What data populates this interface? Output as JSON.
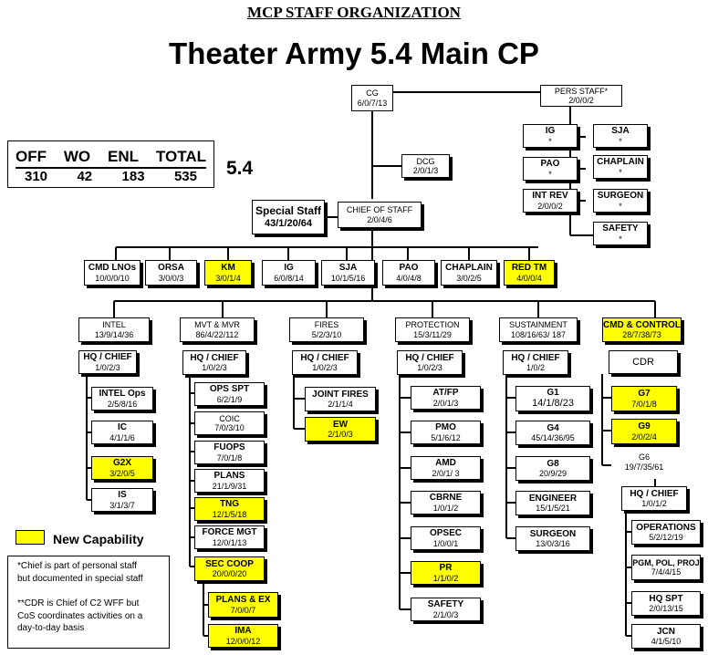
{
  "header": {
    "org_title": "MCP STAFF ORGANIZATION",
    "main_title": "Theater Army 5.4 Main CP"
  },
  "totals": {
    "columns": [
      {
        "label": "OFF",
        "value": "310"
      },
      {
        "label": "WO",
        "value": "42"
      },
      {
        "label": "ENL",
        "value": "183"
      },
      {
        "label": "TOTAL",
        "value": "535"
      }
    ],
    "version": "5.4"
  },
  "colors": {
    "new_capability": "#ffff00",
    "line": "#000000",
    "box_bg": "#ffffff"
  },
  "legend": {
    "label": "New Capability"
  },
  "notes": {
    "note1_line1": "*Chief is part of personal staff",
    "note1_line2": "but documented in special staff",
    "note2_line1": "**CDR is Chief of C2 WFF but",
    "note2_line2": "CoS coordinates activities on a",
    "note2_line3": "day-to-day basis"
  },
  "command": {
    "cg": {
      "name": "CG",
      "numbers": "6/0/7/13"
    },
    "pers_staff": {
      "name": "PERS STAFF*",
      "numbers": "2/0/0/2"
    },
    "dcg": {
      "name": "DCG",
      "numbers": "2/0/1/3"
    },
    "cos": {
      "name": "CHIEF OF STAFF",
      "numbers": "2/0/4/6"
    },
    "special_staff": {
      "name": "Special Staff",
      "numbers": "43/1/20/64"
    }
  },
  "personal_staff": {
    "ig": {
      "name": "IG",
      "numbers": "*"
    },
    "sja": {
      "name": "SJA",
      "numbers": "*"
    },
    "pao": {
      "name": "PAO",
      "numbers": "*"
    },
    "chaplain": {
      "name": "CHAPLAIN",
      "numbers": "*"
    },
    "int_rev": {
      "name": "INT REV",
      "numbers": "2/0/0/2"
    },
    "surgeon": {
      "name": "SURGEON",
      "numbers": "*"
    },
    "safety": {
      "name": "SAFETY",
      "numbers": "*"
    }
  },
  "special_row": [
    {
      "name": "CMD LNOs",
      "numbers": "10/0/0/10",
      "new": false
    },
    {
      "name": "ORSA",
      "numbers": "3/0/0/3",
      "new": false
    },
    {
      "name": "KM",
      "numbers": "3/0/1/4",
      "new": true
    },
    {
      "name": "IG",
      "numbers": "6/0/8/14",
      "new": false
    },
    {
      "name": "SJA",
      "numbers": "10/1/5/16",
      "new": false
    },
    {
      "name": "PAO",
      "numbers": "4/0/4/8",
      "new": false
    },
    {
      "name": "CHAPLAIN",
      "numbers": "3/0/2/5",
      "new": false
    },
    {
      "name": "RED TM",
      "numbers": "4/0/0/4",
      "new": true
    }
  ],
  "sections": {
    "intel": {
      "head": {
        "name": "INTEL",
        "numbers": "13/9/14/36"
      },
      "hq": {
        "name": "HQ / CHIEF",
        "numbers": "1/0/2/3"
      },
      "items": [
        {
          "name": "INTEL Ops",
          "numbers": "2/5/8/16",
          "new": false
        },
        {
          "name": "IC",
          "numbers": "4/1/1/6",
          "new": false
        },
        {
          "name": "G2X",
          "numbers": "3/2/0/5",
          "new": true
        },
        {
          "name": "IS",
          "numbers": "3/1/3/7",
          "new": false
        }
      ]
    },
    "mvt": {
      "head": {
        "name": "MVT & MVR",
        "numbers": "86/4/22/112"
      },
      "hq": {
        "name": "HQ / CHIEF",
        "numbers": "1/0/2/3"
      },
      "items": [
        {
          "name": "OPS SPT",
          "numbers": "6/2/1/9",
          "new": false
        },
        {
          "name": "COIC",
          "numbers": "7/0/3/10",
          "new": false
        },
        {
          "name": "FUOPS",
          "numbers": "7/0/1/8",
          "new": false
        },
        {
          "name": "PLANS",
          "numbers": "21/1/9/31",
          "new": false
        },
        {
          "name": "TNG",
          "numbers": "12/1/5/18",
          "new": true
        },
        {
          "name": "FORCE MGT",
          "numbers": "12/0/1/13",
          "new": false
        },
        {
          "name": "SEC COOP",
          "numbers": "20/0/0/20",
          "new": true
        }
      ],
      "sub": [
        {
          "name": "PLANS & EX",
          "numbers": "7/0/0/7",
          "new": true
        },
        {
          "name": "IMA",
          "numbers": "12/0/0/12",
          "new": true
        }
      ]
    },
    "fires": {
      "head": {
        "name": "FIRES",
        "numbers": "5/2/3/10"
      },
      "hq": {
        "name": "HQ / CHIEF",
        "numbers": "1/0/2/3"
      },
      "items": [
        {
          "name": "JOINT FIRES",
          "numbers": "2/1/1/4",
          "new": false
        },
        {
          "name": "EW",
          "numbers": "2/1/0/3",
          "new": true
        }
      ]
    },
    "protection": {
      "head": {
        "name": "PROTECTION",
        "numbers": "15/3/11/29"
      },
      "hq": {
        "name": "HQ / CHIEF",
        "numbers": "1/0/2/3"
      },
      "items": [
        {
          "name": "AT/FP",
          "numbers": "2/0/1/3",
          "new": false
        },
        {
          "name": "PMO",
          "numbers": "5/1/6/12",
          "new": false
        },
        {
          "name": "AMD",
          "numbers": "2/0/1/ 3",
          "new": false
        },
        {
          "name": "CBRNE",
          "numbers": "1/0/1/2",
          "new": false
        },
        {
          "name": "OPSEC",
          "numbers": "1/0/0/1",
          "new": false
        },
        {
          "name": "PR",
          "numbers": "1/1/0/2",
          "new": true
        },
        {
          "name": "SAFETY",
          "numbers": "2/1/0/3",
          "new": false
        }
      ]
    },
    "sustainment": {
      "head": {
        "name": "SUSTAINMENT",
        "numbers": "108/16/63/ 187"
      },
      "hq": {
        "name": "HQ / CHIEF",
        "numbers": "1/0/2"
      },
      "items": [
        {
          "name": "G1",
          "numbers": "14/1/8/23",
          "new": false
        },
        {
          "name": "G4",
          "numbers": "45/14/36/95",
          "new": false
        },
        {
          "name": "G8",
          "numbers": "20/9/29",
          "new": false
        },
        {
          "name": "ENGINEER",
          "numbers": "15/1/5/21",
          "new": false
        },
        {
          "name": "SURGEON",
          "numbers": "13/0/3/16",
          "new": false
        }
      ]
    },
    "cmd": {
      "head": {
        "name": "CMD & CONTROL",
        "numbers": "28/7/38/73"
      },
      "cdr": {
        "name": "CDR"
      },
      "items": [
        {
          "name": "G7",
          "numbers": "7/0/1/8",
          "new": true
        },
        {
          "name": "G9",
          "numbers": "2/0/2/4",
          "new": true
        },
        {
          "name": "G6",
          "numbers": "19/7/35/61",
          "new": false
        }
      ],
      "hq": {
        "name": "HQ / CHIEF",
        "numbers": "1/0/1/2"
      },
      "sub": [
        {
          "name": "OPERATIONS",
          "numbers": "5/2/12/19",
          "new": false
        },
        {
          "name": "PGM, POL, PROJ",
          "numbers": "7/4/4/15",
          "new": false
        },
        {
          "name": "HQ SPT",
          "numbers": "2/0/13/15",
          "new": false
        },
        {
          "name": "JCN",
          "numbers": "4/1/5/10",
          "new": false
        }
      ]
    }
  }
}
